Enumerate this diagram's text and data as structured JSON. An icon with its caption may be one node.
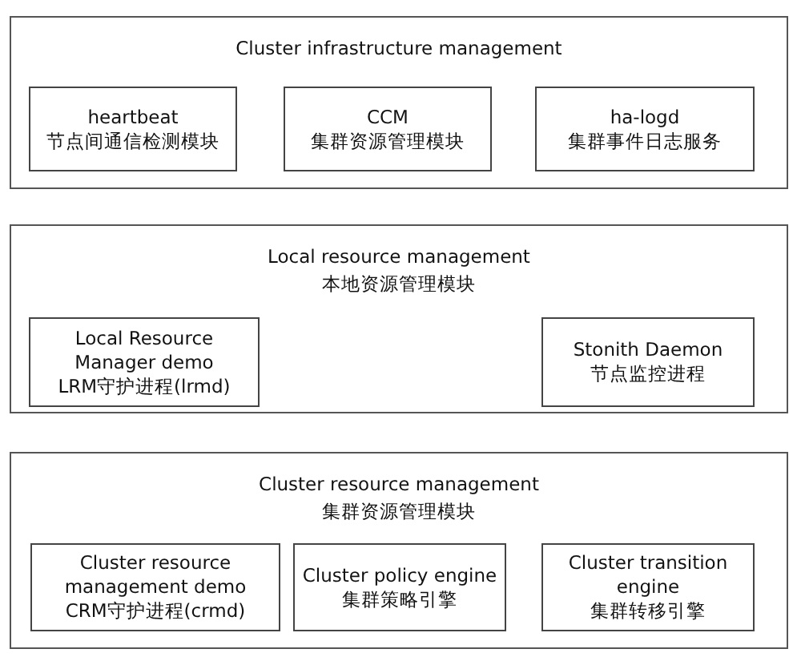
{
  "diagram": {
    "nodes": [
      {
        "text": [
          "Cluster infrastructure management"
        ]
      },
      {
        "text": [
          "heartbeat",
          "节点间通信检测模块"
        ],
        "in": 0
      },
      {
        "text": [
          "CCM",
          "集群资源管理模块"
        ],
        "in": 0
      },
      {
        "text": [
          "ha-logd",
          "集群事件日志服务"
        ],
        "in": 0
      },
      {
        "text": [
          "Local resource management",
          "本地资源管理模块"
        ]
      },
      {
        "text": [
          "Local Resource Manager demo",
          "LRM守护进程(lrmd)"
        ],
        "in": 4
      },
      {
        "text": [
          "Stonith Daemon",
          "节点监控进程"
        ],
        "in": 4
      },
      {
        "text": [
          "Cluster resource management",
          "集群资源管理模块"
        ]
      },
      {
        "text": [
          "Cluster resource management demo",
          "CRM守护进程(crmd)"
        ],
        "in": 7
      },
      {
        "text": [
          "Cluster policy engine",
          "集群策略引擎"
        ],
        "in": 7
      },
      {
        "text": [
          "Cluster transition engine",
          "集群转移引擎"
        ],
        "in": 7
      }
    ]
  }
}
